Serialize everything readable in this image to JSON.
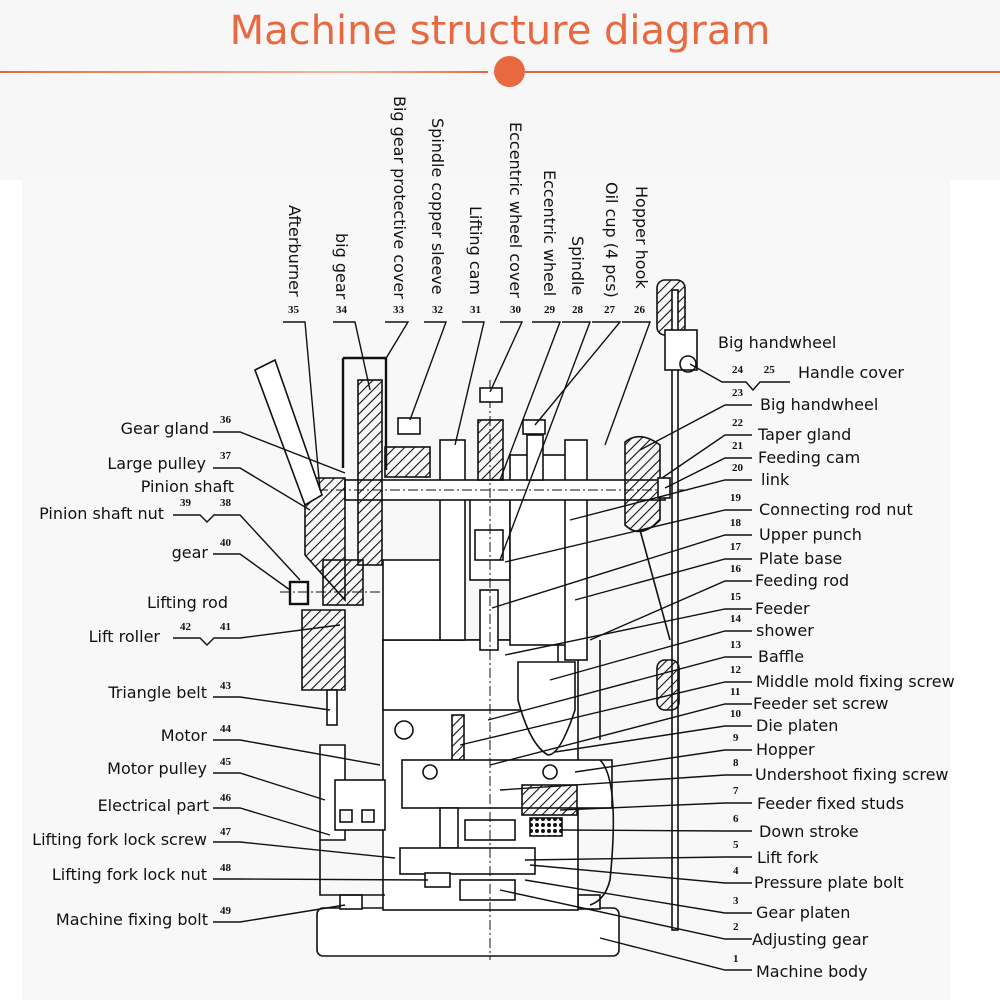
{
  "title": "Machine structure diagram",
  "colors": {
    "accent": "#e8693f",
    "ink": "#111111",
    "background": "#f8f8f8"
  },
  "top_labels": [
    {
      "num": "35",
      "text": "Afterburner"
    },
    {
      "num": "34",
      "text": "big gear"
    },
    {
      "num": "33",
      "text": "Big gear protective cover"
    },
    {
      "num": "32",
      "text": "Spindle copper sleeve"
    },
    {
      "num": "31",
      "text": "Lifting cam"
    },
    {
      "num": "30",
      "text": "Eccentric wheel cover"
    },
    {
      "num": "29",
      "text": "Eccentric wheel"
    },
    {
      "num": "28",
      "text": "Spindle"
    },
    {
      "num": "27",
      "text": "Oil cup (4 pcs)"
    },
    {
      "num": "26",
      "text": "Hopper hook"
    }
  ],
  "left_labels": [
    {
      "num": "36",
      "text": "Gear gland"
    },
    {
      "num": "37",
      "text": "Large pulley"
    },
    {
      "num": "38",
      "text": "Pinion shaft"
    },
    {
      "num": "39",
      "text": "Pinion shaft nut"
    },
    {
      "num": "40",
      "text": "gear"
    },
    {
      "num": "41",
      "text": "Lifting rod"
    },
    {
      "num": "42",
      "text": "Lift roller"
    },
    {
      "num": "43",
      "text": "Triangle belt"
    },
    {
      "num": "44",
      "text": "Motor"
    },
    {
      "num": "45",
      "text": "Motor pulley"
    },
    {
      "num": "46",
      "text": "Electrical part"
    },
    {
      "num": "47",
      "text": "Lifting fork lock screw"
    },
    {
      "num": "48",
      "text": "Lifting fork lock nut"
    },
    {
      "num": "49",
      "text": "Machine fixing bolt"
    }
  ],
  "right_labels": [
    {
      "num": "",
      "text": "Big handwheel"
    },
    {
      "num": "24 25",
      "text": "Handle cover"
    },
    {
      "num": "23",
      "text": "Big handwheel"
    },
    {
      "num": "22",
      "text": "Taper gland"
    },
    {
      "num": "21",
      "text": "Feeding cam"
    },
    {
      "num": "20",
      "text": "link"
    },
    {
      "num": "19",
      "text": "Connecting rod nut"
    },
    {
      "num": "18",
      "text": "Upper punch"
    },
    {
      "num": "17",
      "text": "Plate base"
    },
    {
      "num": "16",
      "text": "Feeding rod"
    },
    {
      "num": "15",
      "text": "Feeder"
    },
    {
      "num": "14",
      "text": "shower"
    },
    {
      "num": "13",
      "text": "Baffle"
    },
    {
      "num": "12",
      "text": "Middle mold fixing screw"
    },
    {
      "num": "11",
      "text": "Feeder set screw"
    },
    {
      "num": "10",
      "text": "Die platen"
    },
    {
      "num": "9",
      "text": "Hopper"
    },
    {
      "num": "8",
      "text": "Undershoot fixing screw"
    },
    {
      "num": "7",
      "text": "Feeder fixed studs"
    },
    {
      "num": "6",
      "text": "Down stroke"
    },
    {
      "num": "5",
      "text": "Lift fork"
    },
    {
      "num": "4",
      "text": "Pressure plate bolt"
    },
    {
      "num": "3",
      "text": "Gear platen"
    },
    {
      "num": "2",
      "text": "Adjusting gear"
    },
    {
      "num": "1",
      "text": "Machine body"
    }
  ]
}
